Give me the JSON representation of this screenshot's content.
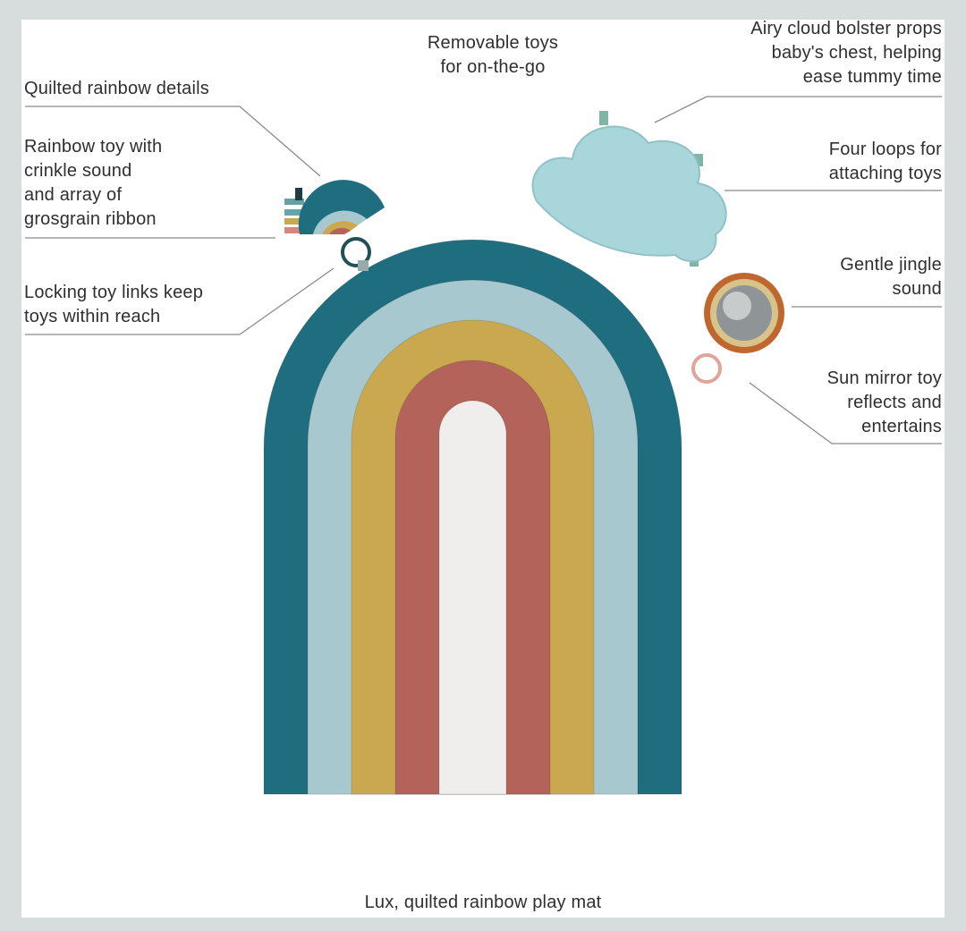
{
  "labels": {
    "quilted": "Quilted rainbow details",
    "rainbow_toy": "Rainbow toy with\ncrinkle sound\nand array of\ngrosgrain ribbon",
    "locking": "Locking toy links keep\ntoys within reach",
    "removable": "Removable toys\nfor on-the-go",
    "cloud": "Airy cloud bolster props\nbaby's chest, helping\nease tummy time",
    "loops": "Four loops for\nattaching toys",
    "jingle": "Gentle jingle\nsound",
    "mirror": "Sun mirror toy\nreflects and\nentertains",
    "caption": "Lux, quilted rainbow play mat"
  },
  "colors": {
    "teal": "#1f6e7f",
    "light_blue": "#a8c8cf",
    "mustard": "#c9a850",
    "terracotta": "#b3635a",
    "white_band": "#efeeec",
    "cloud": "#a9d6da",
    "line": "#8a8a8a"
  }
}
